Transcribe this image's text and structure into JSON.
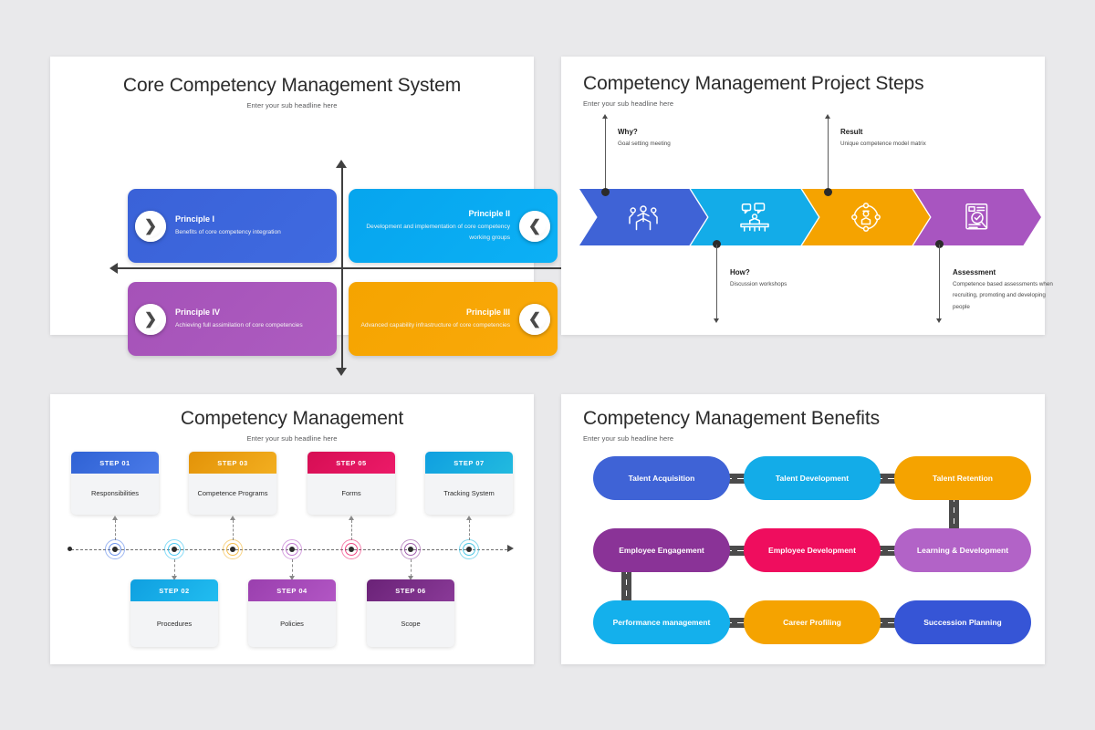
{
  "slides": {
    "quadrant": {
      "title": "Core Competency Management System",
      "subtitle": "Enter your sub headline here",
      "items": [
        {
          "name": "Principle I",
          "desc": "Benefits of core competency integration",
          "color": "#3f6ae0",
          "icon": "chevron-right-icon"
        },
        {
          "name": "Principle II",
          "desc": "Development and implementation of core competency working groups",
          "color": "#0cb0f5",
          "icon": "chevron-left-icon"
        },
        {
          "name": "Principle III",
          "desc": "Advanced capability infrastructure of core competencies",
          "color": "#faa90a",
          "icon": "chevron-left-icon"
        },
        {
          "name": "Principle IV",
          "desc": "Achieving full assimilation of core competencies",
          "color": "#ad5cc0",
          "icon": "chevron-right-icon"
        }
      ]
    },
    "project_steps": {
      "title": "Competency Management Project Steps",
      "subtitle": "Enter your sub headline here",
      "steps": [
        {
          "label": "Why?",
          "desc": "Goal setting meeting",
          "color": "#3f63d6",
          "icon": "team-people-icon",
          "position": "above"
        },
        {
          "label": "How?",
          "desc": "Discussion workshops",
          "color": "#13ace8",
          "icon": "meeting-table-icon",
          "position": "below"
        },
        {
          "label": "Result",
          "desc": "Unique competence model matrix",
          "color": "#f5a300",
          "icon": "person-network-icon",
          "position": "above"
        },
        {
          "label": "Assessment",
          "desc": "Competence based assessments when recruiting, promoting and developing people",
          "color": "#a855c0",
          "icon": "document-check-icon",
          "position": "below"
        }
      ]
    },
    "management": {
      "title": "Competency Management",
      "subtitle": "Enter your sub headline here",
      "steps": [
        {
          "step": "STEP 01",
          "label": "Responsibilities",
          "color": "#2f62d4",
          "color2": "#4a7ae8",
          "row": "up"
        },
        {
          "step": "STEP 02",
          "label": "Procedures",
          "color": "#0f9fe0",
          "color2": "#21bdf0",
          "row": "down"
        },
        {
          "step": "STEP 03",
          "label": "Competence Programs",
          "color": "#e39308",
          "color2": "#f2ae20",
          "row": "up"
        },
        {
          "step": "STEP 04",
          "label": "Policies",
          "color": "#9a3fae",
          "color2": "#b256c4",
          "row": "down"
        },
        {
          "step": "STEP 05",
          "label": "Forms",
          "color": "#d60e54",
          "color2": "#ec1a68",
          "row": "up"
        },
        {
          "step": "STEP 06",
          "label": "Scope",
          "color": "#6a2277",
          "color2": "#8a3a98",
          "row": "down"
        },
        {
          "step": "STEP 07",
          "label": "Tracking System",
          "color": "#0f9fe0",
          "color2": "#22badf",
          "row": "up"
        }
      ]
    },
    "benefits": {
      "title": "Competency Management Benefits",
      "subtitle": "Enter your sub headline here",
      "items": [
        {
          "label": "Talent Acquisition",
          "color": "#3f63d6"
        },
        {
          "label": "Talent Development",
          "color": "#13ace8"
        },
        {
          "label": "Talent Retention",
          "color": "#f5a300"
        },
        {
          "label": "Employee Engagement",
          "color": "#8a3397"
        },
        {
          "label": "Employee Development",
          "color": "#ef0d5e"
        },
        {
          "label": "Learning & Development",
          "color": "#b263c7"
        },
        {
          "label": "Performance management",
          "color": "#14b0ec"
        },
        {
          "label": "Career Profiling",
          "color": "#f5a300"
        },
        {
          "label": "Succession Planning",
          "color": "#3655d6"
        }
      ],
      "road_color": "#4b4b4b"
    }
  },
  "palette": {
    "background": "#e9e9eb",
    "slide_bg": "#ffffff",
    "axis": "#404040",
    "heading": "#2b2b2b",
    "subheading": "#58595b"
  }
}
